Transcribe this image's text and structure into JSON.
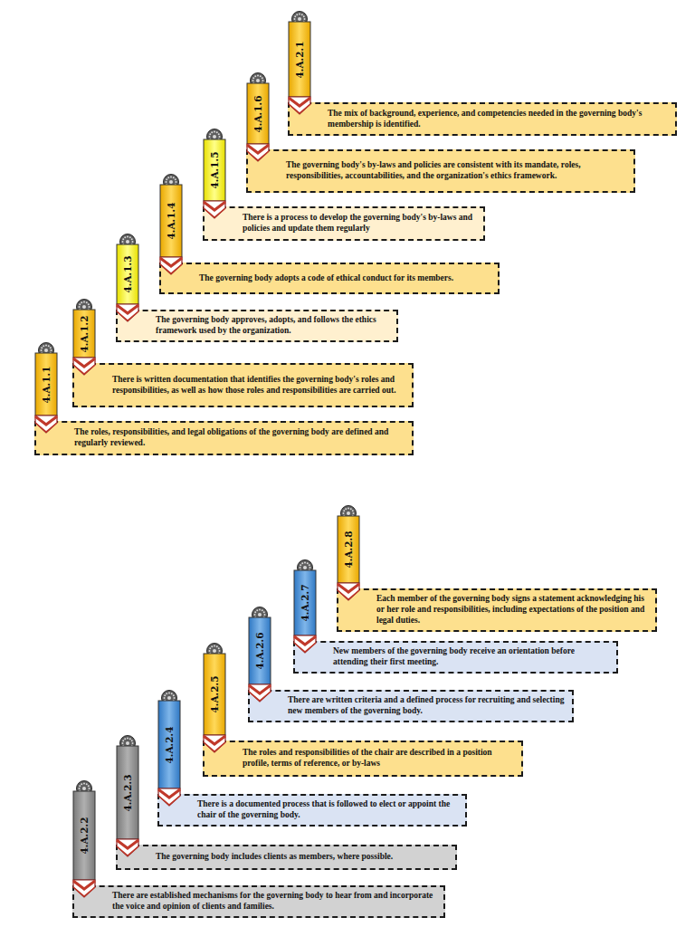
{
  "diagram": {
    "nodes": [
      {
        "text": [
          "4.A.1.1"
        ]
      },
      {
        "text": [
          "The roles, responsibilities, and legal obligations of the governing body are defined and regularly reviewed."
        ]
      },
      {
        "text": [
          "4.A.1.2"
        ]
      },
      {
        "text": [
          "There is written documentation that identifies the governing body's roles and responsibilities, as well as how those roles and responsibilities are carried out."
        ]
      },
      {
        "text": [
          "4.A.1.3"
        ]
      },
      {
        "text": [
          "The governing body approves, adopts, and follows the ethics framework used by the organization."
        ]
      },
      {
        "text": [
          "4.A.1.4"
        ]
      },
      {
        "text": [
          "The governing body adopts a code of ethical conduct for its members."
        ]
      },
      {
        "text": [
          "4.A.1.5"
        ]
      },
      {
        "text": [
          "There is a process to develop the governing body's by-laws and policies and update them regularly"
        ]
      },
      {
        "text": [
          "4.A.1.6"
        ]
      },
      {
        "text": [
          "The governing body's by-laws and policies are consistent with its mandate, roles, responsibilities, accountabilities, and the organization's ethics framework."
        ]
      },
      {
        "text": [
          "4.A.2.1"
        ]
      },
      {
        "text": [
          "The mix of background, experience, and competencies needed in the governing body's membership is identified."
        ]
      },
      {
        "text": [
          "4.A.2.2"
        ]
      },
      {
        "text": [
          "There are established mechanisms for the governing body to hear from and incorporate the voice and opinion of clients and families."
        ]
      },
      {
        "text": [
          "4.A.2.3"
        ]
      },
      {
        "text": [
          "The governing body includes clients as members, where possible."
        ]
      },
      {
        "text": [
          "4.A.2.4"
        ]
      },
      {
        "text": [
          "There is a documented process that is followed to elect or appoint the chair of the governing body."
        ]
      },
      {
        "text": [
          "4.A.2.5"
        ]
      },
      {
        "text": [
          "The roles and responsibilities of the chair are described in a position profile, terms of reference, or by-laws"
        ]
      },
      {
        "text": [
          "4.A.2.6"
        ]
      },
      {
        "text": [
          "There are written criteria and a defined process for recruiting and selecting new members of the governing body."
        ]
      },
      {
        "text": [
          "4.A.2.7"
        ]
      },
      {
        "text": [
          "New members of the governing body receive an orientation before attending their first meeting."
        ]
      },
      {
        "text": [
          "4.A.2.8"
        ]
      },
      {
        "text": [
          "Each member of the governing body signs a statement acknowledging his or her role and responsibilities, including expectations of the position and legal duties."
        ]
      }
    ]
  }
}
